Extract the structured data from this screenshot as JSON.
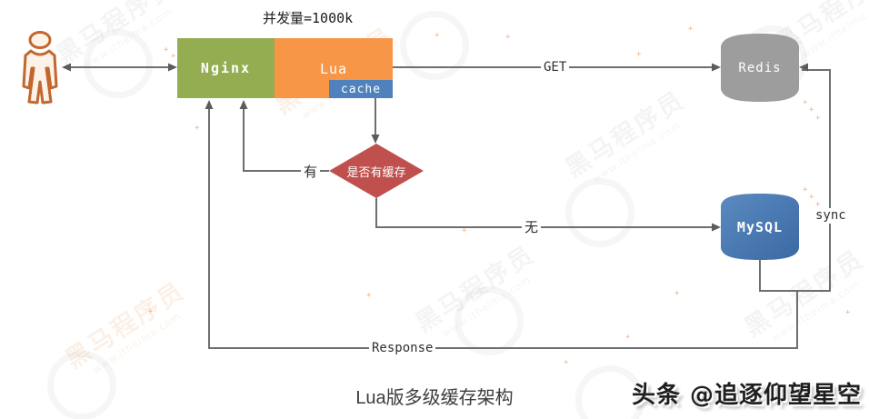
{
  "title": "Lua版多级缓存架构",
  "credit": "头条 @追逐仰望星空",
  "annotation": {
    "concurrency": "并发量=1000k"
  },
  "nodes": {
    "nginx": "Nginx",
    "lua": "Lua",
    "cache": "cache",
    "decision": "是否有缓存",
    "redis": "Redis",
    "mysql": "MySQL"
  },
  "edges": {
    "get": "GET",
    "yes": "有",
    "no": "无",
    "sync": "sync",
    "response": "Response"
  },
  "watermark": {
    "brand": "黑马程序员",
    "site": "www.itheima.com"
  },
  "colors": {
    "nginx_green": "#93ad50",
    "lua_orange": "#f79646",
    "cache_blue": "#4f81bd",
    "decision_red": "#c0504d",
    "redis_gray": "#9d9d9d",
    "mysql_blue_top": "#5b8ac0",
    "mysql_blue_bottom": "#3b69a4",
    "line_gray": "#6e6e6e",
    "person_stroke": "#c2672d"
  }
}
